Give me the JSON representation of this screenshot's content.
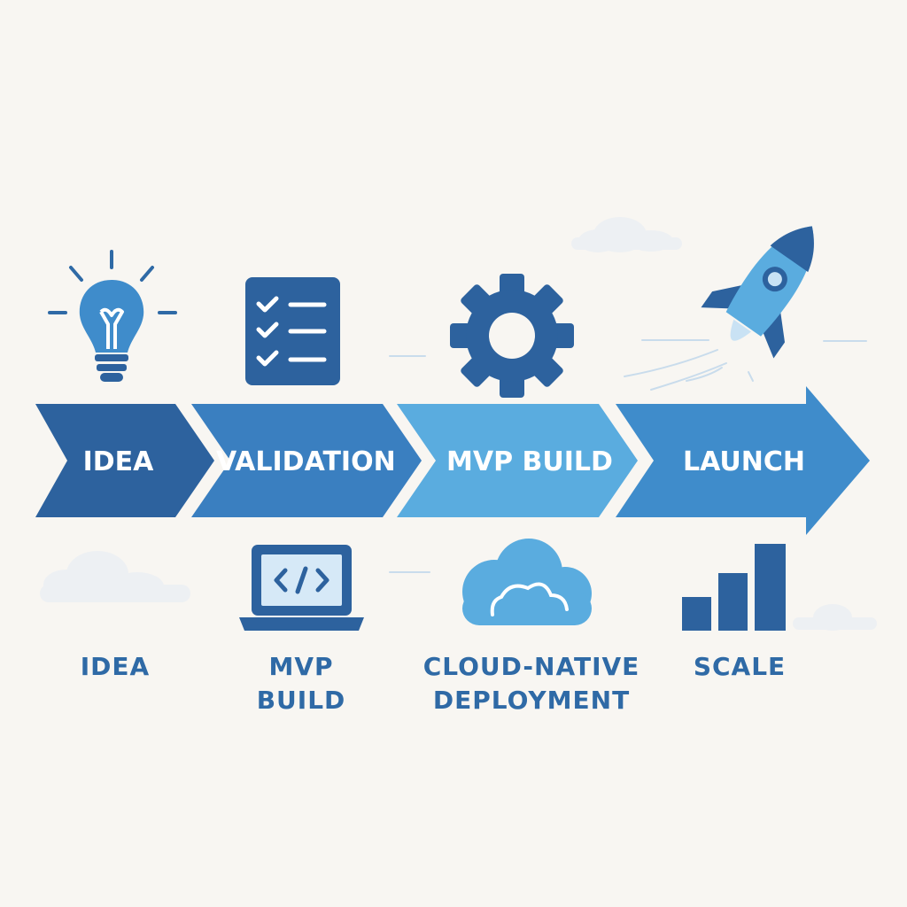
{
  "colors": {
    "background": "#f8f6f2",
    "dark_blue": "#2d629e",
    "mid_blue": "#3a7fc0",
    "light_blue": "#5aacdf",
    "launch_blue": "#3f8ccb",
    "label_blue": "#2f6aa6",
    "cloud_gray": "#e8edf2"
  },
  "pipeline": {
    "stages": [
      {
        "label": "IDEA",
        "icon": "lightbulb-icon"
      },
      {
        "label": "VALIDATION",
        "icon": "checklist-icon"
      },
      {
        "label": "MVP BUILD",
        "icon": "gear-icon"
      },
      {
        "label": "LAUNCH",
        "icon": "rocket-icon"
      }
    ]
  },
  "outcomes": [
    {
      "label": "IDEA",
      "icon": "cloud-icon"
    },
    {
      "label": "MVP\nBUILD",
      "icon": "laptop-code-icon"
    },
    {
      "label": "CLOUD-NATIVE\nDEPLOYMENT",
      "icon": "cloud-icon"
    },
    {
      "label": "SCALE",
      "icon": "bar-chart-icon"
    }
  ]
}
